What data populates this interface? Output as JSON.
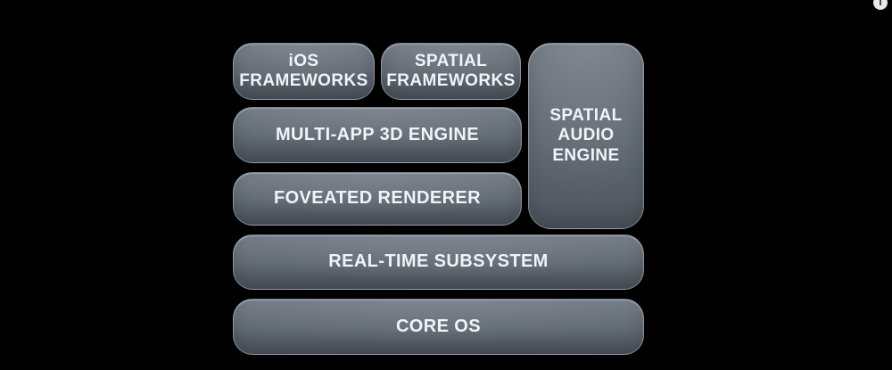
{
  "meta": {
    "background": "#000000",
    "box_fill_top": "#6e7681",
    "box_fill_bottom": "#4e555e",
    "box_text_color": "#f1f4f7"
  },
  "diagram": {
    "boxes": [
      {
        "id": "ios-frameworks",
        "label": "iOS\nFRAMEWORKS"
      },
      {
        "id": "spatial-frameworks",
        "label": "SPATIAL\nFRAMEWORKS"
      },
      {
        "id": "multi-app-3d-engine",
        "label": "MULTI-APP 3D ENGINE"
      },
      {
        "id": "foveated-renderer",
        "label": "FOVEATED RENDERER"
      },
      {
        "id": "spatial-audio-engine",
        "label": "SPATIAL\nAUDIO\nENGINE"
      },
      {
        "id": "real-time-subsystem",
        "label": "REAL-TIME SUBSYSTEM"
      },
      {
        "id": "core-os",
        "label": "CORE OS"
      }
    ]
  },
  "info_icon": {
    "glyph": "i"
  }
}
